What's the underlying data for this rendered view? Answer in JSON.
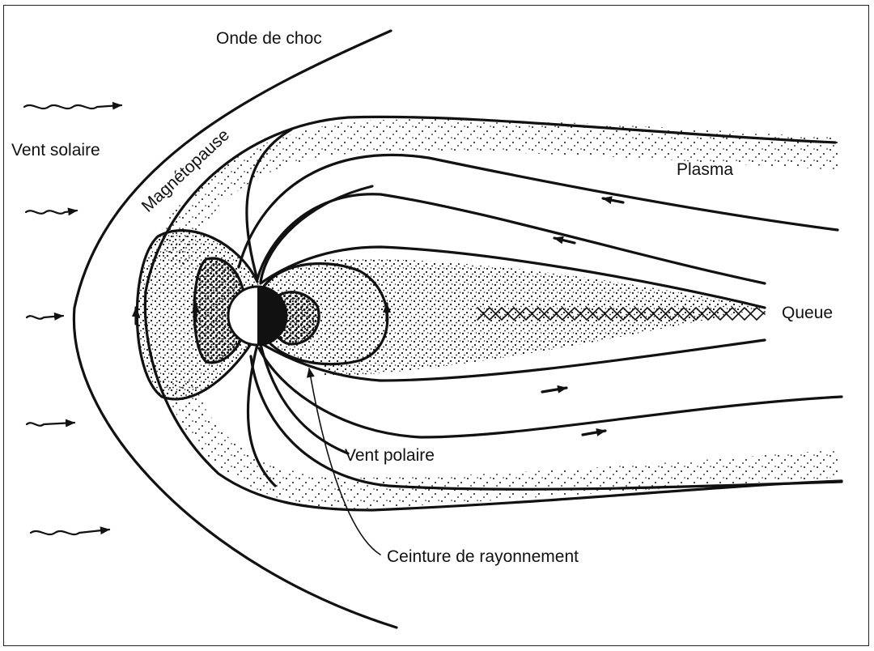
{
  "labels": {
    "bow_shock": "Onde de choc",
    "solar_wind": "Vent solaire",
    "magnetopause": "Magnétopause",
    "plasma": "Plasma",
    "tail": "Queue",
    "polar_wind": "Vent polaire",
    "radiation_belt": "Ceinture de rayonnement"
  },
  "colors": {
    "ink": "#111111",
    "paper": "#ffffff",
    "frame": "#222222"
  }
}
